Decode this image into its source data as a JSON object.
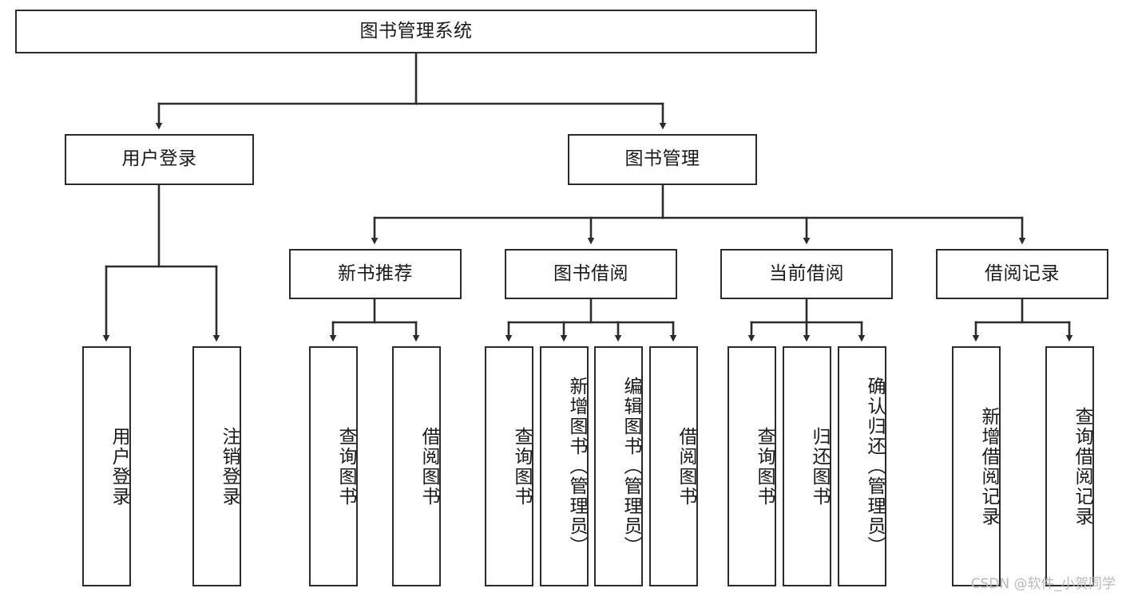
{
  "diagram": {
    "title": "图书管理系统",
    "watermark": "CSDN @软件_小贺同学",
    "stroke_color": "#2b2b2b",
    "background_color": "#ffffff",
    "root": {
      "label": "图书管理系统"
    },
    "level2": [
      {
        "label": "用户登录"
      },
      {
        "label": "图书管理"
      }
    ],
    "level3": [
      {
        "label": "新书推荐"
      },
      {
        "label": "图书借阅"
      },
      {
        "label": "当前借阅"
      },
      {
        "label": "借阅记录"
      }
    ],
    "leaves": {
      "user_login": [
        {
          "label": "用户登录"
        },
        {
          "label": "注销登录"
        }
      ],
      "new_book_recommend": [
        {
          "label": "查询图书"
        },
        {
          "label": "借阅图书"
        }
      ],
      "book_borrow": [
        {
          "label": "查询图书"
        },
        {
          "label": "新增图书（管理员）"
        },
        {
          "label": "编辑图书（管理员）"
        },
        {
          "label": "借阅图书"
        }
      ],
      "current_borrow": [
        {
          "label": "查询图书"
        },
        {
          "label": "归还图书"
        },
        {
          "label": "确认归还（管理员）"
        }
      ],
      "borrow_record": [
        {
          "label": "新增借阅记录"
        },
        {
          "label": "查询借阅记录"
        }
      ]
    }
  }
}
